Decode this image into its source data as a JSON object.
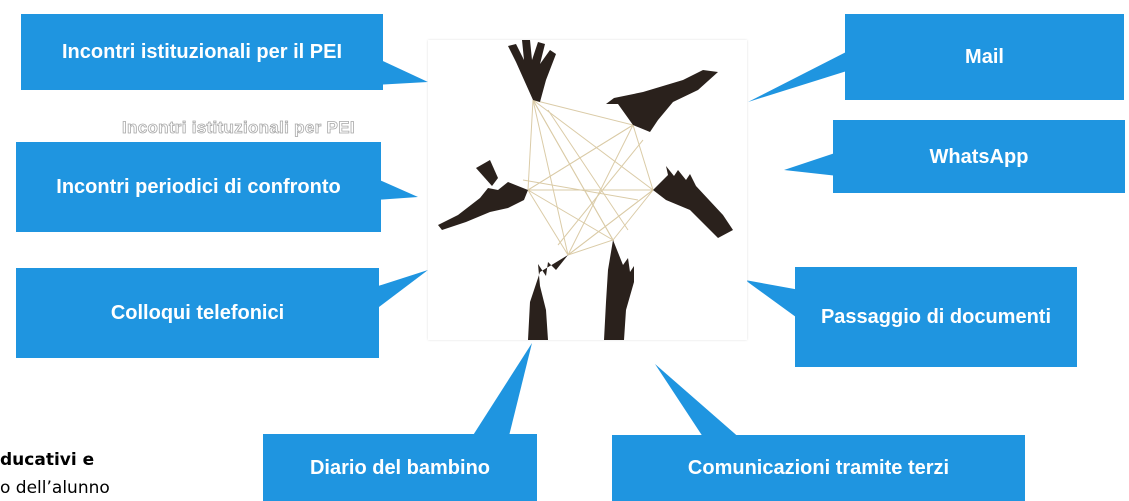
{
  "callouts": {
    "pei_meetings": "Incontri istituzionali per il PEI",
    "periodic_meetings": "Incontri periodici di confronto",
    "phone_calls": "Colloqui telefonici",
    "mail": "Mail",
    "whatsapp": "WhatsApp",
    "documents": "Passaggio di documenti",
    "child_diary": "Diario del bambino",
    "third_party": "Comunicazioni tramite terzi"
  },
  "outline_caption": "Incontri istituzionali per PEI",
  "bottom_text": {
    "line1": "ducativi e",
    "line2": "o dell’alunno"
  },
  "colors": {
    "callout_blue": "#1f95e0",
    "string": "#d9c9a3",
    "hands": "#2a211c"
  }
}
